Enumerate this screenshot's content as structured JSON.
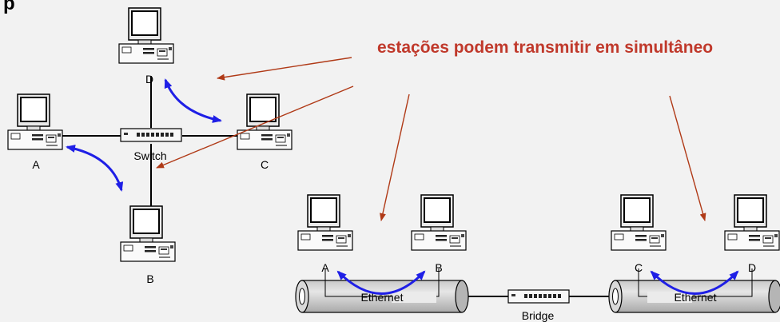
{
  "corner_title": "p",
  "headline": "estações podem transmitir em simultâneo",
  "switch_diagram": {
    "device_label": "Switch",
    "stations": {
      "top": "D",
      "left": "A",
      "right": "C",
      "bottom": "B"
    }
  },
  "bridge_diagram": {
    "bridge_label": "Bridge",
    "segment_left": {
      "label": "Ethernet",
      "stations": [
        "A",
        "B"
      ]
    },
    "segment_right": {
      "label": "Ethernet",
      "stations": [
        "C",
        "D"
      ]
    }
  },
  "colors": {
    "headline": "#c0392b",
    "annotation_arrow": "#b03a17",
    "traffic_arrow": "#1f1fe6",
    "background": "#f2f2f2"
  }
}
